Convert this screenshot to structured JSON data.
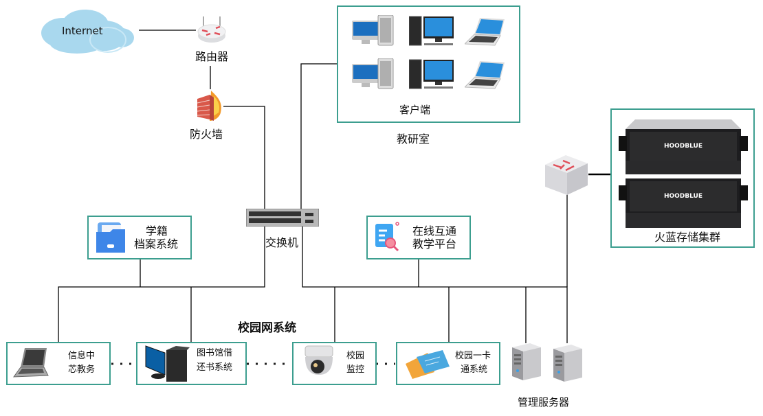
{
  "title": "校园网系统",
  "internet": {
    "label": "Internet"
  },
  "router": {
    "label": "路由器"
  },
  "firewall": {
    "label": "防火墙"
  },
  "switch": {
    "label": "交换机"
  },
  "research_room": {
    "client_label": "客户端",
    "room_label": "教研室"
  },
  "storage": {
    "label": "火蓝存储集群",
    "brand": "HOODBLUE"
  },
  "archive_system": {
    "line1": "学籍",
    "line2": "档案系统"
  },
  "teaching_platform": {
    "line1": "在线互通",
    "line2": "教学平台"
  },
  "info_center": {
    "line1": "信息中",
    "line2": "芯教务"
  },
  "library_system": {
    "line1": "图书馆借",
    "line2": "还书系统"
  },
  "campus_monitor": {
    "line1": "校园",
    "line2": "监控"
  },
  "campus_card": {
    "line1": "校园一卡",
    "line2": "通系统"
  },
  "mgmt_servers": {
    "label": "管理服务器"
  },
  "colors": {
    "box_border": "#3c9e8f",
    "cloud": "#a9d8ee",
    "arrow_red": "#e0505a",
    "line": "#000000"
  }
}
